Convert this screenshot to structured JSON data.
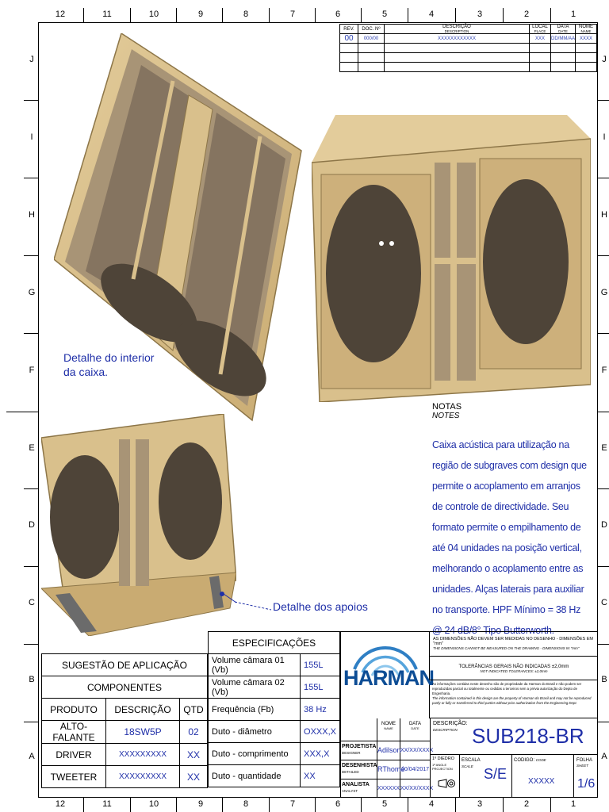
{
  "grid": {
    "cols": [
      "12",
      "11",
      "10",
      "9",
      "8",
      "7",
      "6",
      "5",
      "4",
      "3",
      "2",
      "1"
    ],
    "rows": [
      "J",
      "I",
      "H",
      "G",
      "F",
      "E",
      "D",
      "C",
      "B",
      "A"
    ]
  },
  "revision_table": {
    "headers": [
      {
        "main": "REV.",
        "sub": ""
      },
      {
        "main": "DOC. Nº",
        "sub": ""
      },
      {
        "main": "DESCRIÇÃO",
        "sub": "DESCRIPTION"
      },
      {
        "main": "LOCAL",
        "sub": "PLACE"
      },
      {
        "main": "DATA",
        "sub": "DATE"
      },
      {
        "main": "NOME",
        "sub": "NAME"
      }
    ],
    "row": [
      "00",
      "000/00",
      "XXXXXXXXXXXX",
      "XXX",
      "DD/MM/AA",
      "XXXX"
    ]
  },
  "captions": {
    "interior": "Detalhe do interior\nda caixa.",
    "supports": "Detalhe dos apoios"
  },
  "notes": {
    "title": "NOTAS",
    "subtitle": "NOTES",
    "body": "Caixa acústica para utilização na região de subgraves com design que permite o acoplamento em   arranjos de controle de directividade. Seu formato permite o empilhamento de até 04 unidades na posição vertical, melhorando o acoplamento entre as unidades. Alças laterais para auxiliar no transporte. HPF Mínimo = 38 Hz @ 24 dB/8° Tipo Butterworth."
  },
  "application": {
    "title": "SUGESTÃO DE APLICAÇÃO",
    "subtitle": "COMPONENTES",
    "headers": [
      "PRODUTO",
      "DESCRIÇÃO",
      "QTD"
    ],
    "rows": [
      [
        "ALTO-FALANTE",
        "18SW5P",
        "02"
      ],
      [
        "DRIVER",
        "XXXXXXXXX",
        "XX"
      ],
      [
        "TWEETER",
        "XXXXXXXXX",
        "XX"
      ]
    ]
  },
  "specs": {
    "title": "ESPECIFICAÇÕES",
    "rows": [
      [
        "Volume câmara 01 (Vb)",
        "155L"
      ],
      [
        "Volume câmara 02 (Vb)",
        "155L"
      ],
      [
        "Frequência (Fb)",
        "38 Hz"
      ],
      [
        "Duto - diâmetro",
        "OXXX,X"
      ],
      [
        "Duto - comprimento",
        "XXX,X"
      ],
      [
        "Duto - quantidade",
        "XX"
      ]
    ]
  },
  "title_block": {
    "brand": "HARMAN",
    "warning_pt": "AS DIMENSÕES NÃO DEVEM SER MEDIDAS NO DESENHO - DIMENSÕES EM \"mm\"",
    "warning_en": "THE DIMENSIONS CANNOT BE MEASURED ON THE DRAWING - DIMENSIONS IN \"mm\"",
    "tolerance_pt": "TOLERÂNCIAS GERAIS NÃO INDICADAS ±2,0mm",
    "tolerance_en": "NOT INDICATED TOLERANCES: ±2,0mm",
    "legal_pt": "As informações contidas neste desenho são de propriedade da Harman do Brasil e não podem ser reproduzidas parcial ou totalmente ou cedidas a terceiros sem a prévia autorização do Depto de Engenharia.",
    "legal_en": "The information contained in this design are the property of Harman do Brasil and may not be reproduced partly or fully or transferred to third parties without prior authorization from the Engineering Dept.",
    "name_header": "NOME",
    "name_header_en": "NAME",
    "date_header": "DATA",
    "date_header_en": "DATE",
    "people": [
      {
        "role": "PROJETISTA",
        "role_en": "DESIGNER",
        "name": "Adilson",
        "date": "XX/XX/XXXX"
      },
      {
        "role": "DESENHISTA",
        "role_en": "DETAILED",
        "name": "RThomé",
        "date": "10/04/2017"
      },
      {
        "role": "ANALISTA",
        "role_en": "ANALYST",
        "name": "XXXXXX",
        "date": "XX/XX/XXXX"
      }
    ],
    "description_label": "DESCRIÇÃO:",
    "description_label_en": "DESCRIPTION",
    "model": "SUB218-BR",
    "projection": "1º DIEDRO",
    "projection_en": "1ª ANGLE PROJECTION",
    "scale_label": "ESCALA",
    "scale_label_en": "SCALE",
    "scale": "S/E",
    "code_label": "CODIGO:",
    "code_label_en": "CODE",
    "code": "XXXXX",
    "sheet_label": "FOLHA",
    "sheet_label_en": "SHEET",
    "sheet": "1/6"
  }
}
